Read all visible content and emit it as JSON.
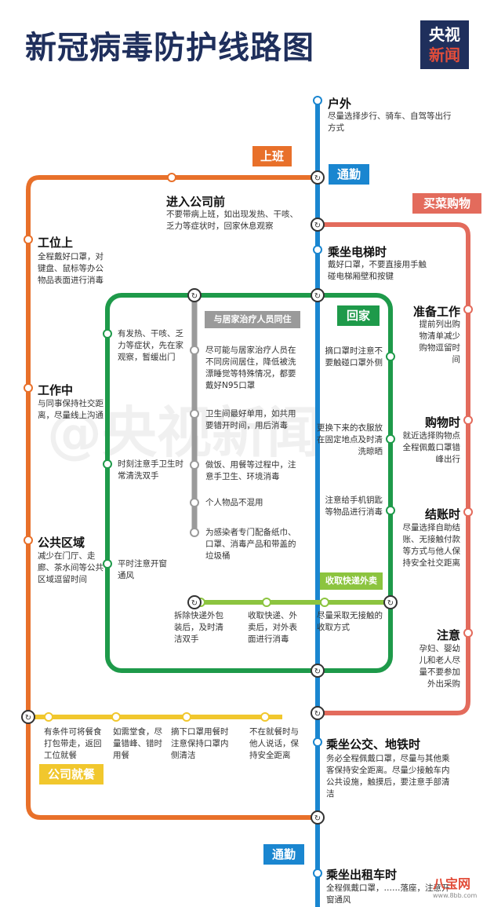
{
  "title": "新冠病毒防护线路图",
  "logo": {
    "line1": "央视",
    "line2": "新闻"
  },
  "watermark": "@央视新闻",
  "badge": "八宝网",
  "badge_url": "www.8bb.com",
  "colors": {
    "commute_blue": "#1a86d0",
    "work_orange": "#e8702a",
    "home_green": "#1e9a4a",
    "shop_red": "#e36b5c",
    "gray_line": "#9a9a9a",
    "lime_line": "#8cc43f",
    "meal_yellow": "#f1c72d",
    "navy": "#1f2f5c"
  },
  "tags": {
    "shangban": "上班",
    "tongqin_top": "通勤",
    "maicai": "买菜购物",
    "huijia": "回家",
    "cohabit": "与居家治疗人员同住",
    "kuaidi": "收取快递外卖",
    "jiucan": "公司就餐",
    "tongqin_bottom": "通勤"
  },
  "stops": {
    "huwai": {
      "title": "户外",
      "text": "尽量选择步行、骑车、自驾等出行方式"
    },
    "jinru": {
      "title": "进入公司前",
      "text": "不要带病上班，如出现发热、干咳、乏力等症状时，回家休息观察"
    },
    "gongweishang": {
      "title": "工位上",
      "text": "全程戴好口罩，对键盘、鼠标等办公物品表面进行消毒"
    },
    "dianti": {
      "title": "乘坐电梯时",
      "text": "戴好口罩，不要直接用手触碰电梯厢壁和按键"
    },
    "zhunbei": {
      "title": "准备工作",
      "text": "提前列出购物清单减少购物逗留时间"
    },
    "gongzuozhong": {
      "title": "工作中",
      "text": "与同事保持社交距离，尽量线上沟通"
    },
    "gouwu": {
      "title": "购物时",
      "text": "就近选择购物点全程佩戴口罩错峰出行"
    },
    "jiezhang": {
      "title": "结账时",
      "text": "尽量选择自助结账、无接触付款等方式与他人保持安全社交距离"
    },
    "gonggong": {
      "title": "公共区域",
      "text": "减少在门厅、走廊、茶水间等公共区域逗留时间"
    },
    "zhuyi": {
      "title": "注意",
      "text": "孕妇、婴幼儿和老人尽量不要参加外出采购"
    },
    "gongjiao": {
      "title": "乘坐公交、地铁时",
      "text": "务必全程佩戴口罩，尽量与其他乘客保持安全距离。尽量少接触车内公共设施，触摸后，要注意手部清洁"
    },
    "chuzu": {
      "title": "乘坐出租车时",
      "text": "全程佩戴口罩，……落座，注意开窗通风"
    }
  },
  "home": {
    "left1": "有发热、干咳、乏力等症状，先在家观察，暂缓出门",
    "left2": "时刻注意手卫生时常清洗双手",
    "left3": "平时注意开窗通风",
    "gray1": "尽可能与居家治疗人员在不同房间居住，降低被洗漂睡觉等特殊情况，都要戴好N95口罩",
    "gray2": "卫生间最好单用，如共用要错开时间，用后消毒",
    "gray3": "做饭、用餐等过程中，注意手卫生、环境消毒",
    "gray4": "个人物品不混用",
    "gray5": "为感染者专门配备纸巾、口罩、消毒产品和带盖的垃圾桶",
    "right1": "摘口罩时注意不要触碰口罩外侧",
    "right2": "更换下来的衣服放在固定地点及时清洗晾晒",
    "right3": "注意给手机钥匙等物品进行消毒",
    "k1": "拆除快递外包装后，及时清洁双手",
    "k2": "收取快递、外卖后，对外表面进行消毒",
    "k3": "尽量采取无接触的收取方式"
  },
  "meal": {
    "m1": "有条件可将餐食打包带走，返回工位就餐",
    "m2": "如需堂食，尽量错峰、错时用餐",
    "m3": "摘下口罩用餐时注意保持口罩内侧清洁",
    "m4": "不在就餐时与他人说话，保持安全距离"
  }
}
